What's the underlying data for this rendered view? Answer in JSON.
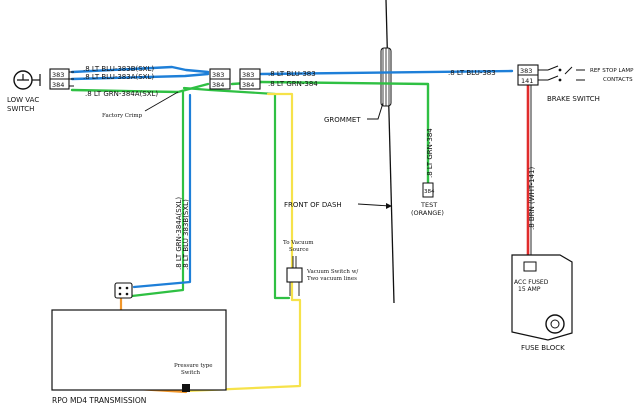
{
  "labels": {
    "low_vac_switch_1": "LOW VAC",
    "low_vac_switch_2": "SWITCH",
    "conn_383": "383",
    "conn_384": "384",
    "wire_blu_383b": ".8 LT BLU-383B(SXL)",
    "wire_blu_383a": ".8 LT BLU-383A(SXL)",
    "wire_grn_384a": ".8 LT GRN-384A(SXL)",
    "factory_crimp": "Factory Crimp",
    "wire_blu_383": ".8 LT BLU-383",
    "wire_grn_384": ".8 LT GRN-384",
    "grommet": "GROMMET",
    "wire_grn_384_vert": ".8 LT GRN-384",
    "test_conn": "384",
    "test_1": "TEST",
    "test_2": "(ORANGE)",
    "front_of_dash": "FRONT OF DASH",
    "wire_blu_383_right": ".8 LT BLU-383",
    "conn_141": "141",
    "ref_stop_1": "REF STOP LAMP",
    "ref_stop_2": "CONTACTS",
    "brake_switch": "BRAKE SWITCH",
    "wire_brn": ".8 BRN (WHT-141)",
    "acc_fused_1": "ACC FUSED",
    "acc_fused_2": "15 AMP",
    "fuse_block": "FUSE BLOCK",
    "wire_grn_384a_vert": ".8 LT GRN-384A(SXL)",
    "wire_blu_383b_vert": ".8 LT BLU 383B(SXL)",
    "to_vacuum_1": "To Vacuum",
    "to_vacuum_2": "Source",
    "vac_switch_1": "Vacuum Switch w/",
    "vac_switch_2": "Two vacuum lines",
    "pressure_1": "Pressure type",
    "pressure_2": "Switch",
    "transmission": "RPO MD4 TRANSMISSION"
  },
  "colors": {
    "blue_wire": "#1e7fd8",
    "green_wire": "#2fc043",
    "yellow_wire": "#f6e24a",
    "orange_wire": "#f0962a",
    "red_wire": "#e02c2c",
    "line": "#111111"
  },
  "icons": {
    "low_vac_switch": "switch-symbol-icon",
    "brake_switch": "switch-contacts-icon"
  }
}
